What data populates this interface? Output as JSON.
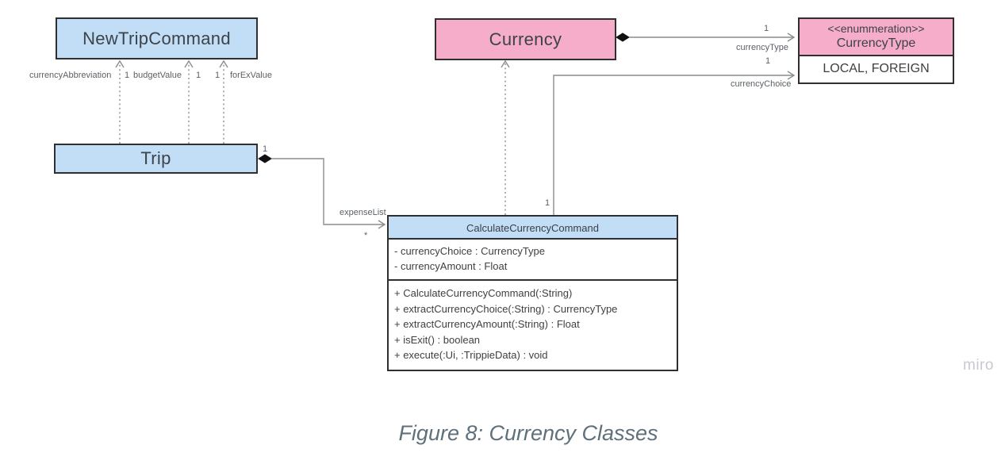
{
  "diagram": {
    "classes": {
      "new_trip_command": {
        "name": "NewTripCommand"
      },
      "trip": {
        "name": "Trip"
      },
      "currency": {
        "name": "Currency"
      },
      "currency_type": {
        "stereotype": "<<enummeration>>",
        "name": "CurrencyType",
        "literals": "LOCAL, FOREIGN"
      },
      "calculate_currency_command": {
        "name": "CalculateCurrencyCommand",
        "attributes": [
          "- currencyChoice : CurrencyType",
          "- currencyAmount : Float"
        ],
        "methods": [
          "+ CalculateCurrencyCommand(:String)",
          "+ extractCurrencyChoice(:String) : CurrencyType",
          "+ extractCurrencyAmount(:String) : Float",
          "+ isExit() : boolean",
          "+ execute(:Ui, :TrippieData) : void"
        ]
      }
    },
    "edge_labels": {
      "currency_abbreviation": "currencyAbbreviation",
      "mult_1a": "1",
      "budget_value": "budgetValue",
      "mult_1b": "1",
      "mult_1c": "1",
      "for_ex_value": "forExValue",
      "trip_mult": "1",
      "expense_list": "expenseList",
      "expense_mult": "*",
      "calc_mult": "1",
      "currency_type_mult": "1",
      "currency_type_label": "currencyType",
      "currency_choice_mult": "1",
      "currency_choice_label": "currencyChoice"
    },
    "colors": {
      "class_blue": "#c1def6",
      "class_pink": "#f5adc9",
      "border_dark": "#2f2f2f",
      "connector_gray": "#8c8c8c"
    }
  },
  "caption": "Figure 8: Currency Classes",
  "watermark": "miro"
}
